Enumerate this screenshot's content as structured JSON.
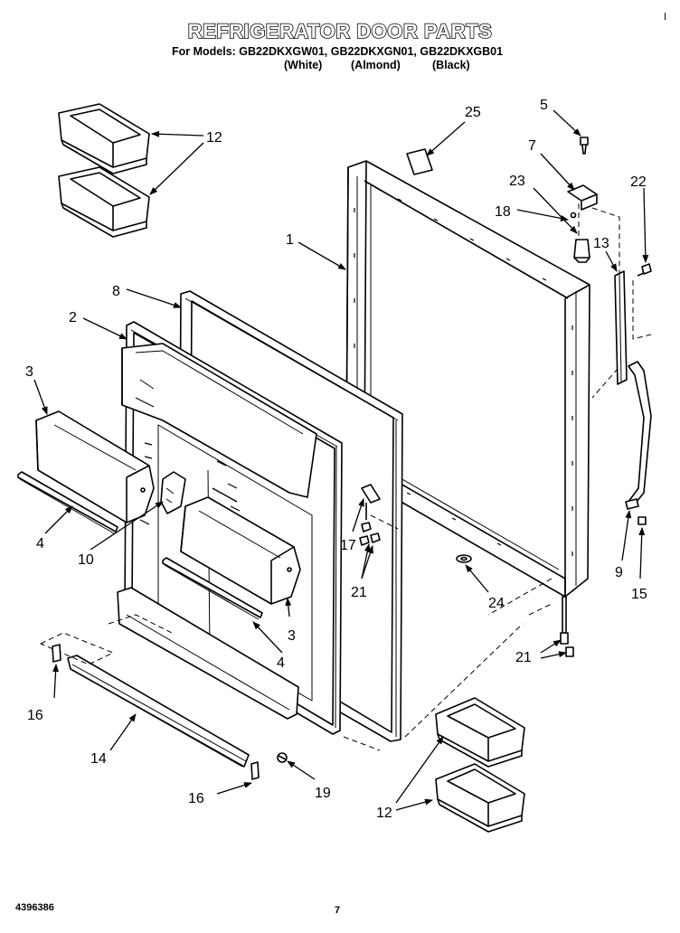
{
  "header": {
    "title": "REFRIGERATOR DOOR PARTS",
    "models_line": "For Models: GB22DKXGW01, GB22DKXGN01, GB22DKXGB01",
    "color_white": "(White)",
    "color_almond": "(Almond)",
    "color_black": "(Black)"
  },
  "footer": {
    "doc_number": "4396386",
    "page_number": "7"
  },
  "callouts": {
    "c1": "1",
    "c2": "2",
    "c3a": "3",
    "c3b": "3",
    "c4a": "4",
    "c4b": "4",
    "c5": "5",
    "c7": "7",
    "c8": "8",
    "c9": "9",
    "c10": "10",
    "c12a": "12",
    "c12b": "12",
    "c13": "13",
    "c14": "14",
    "c15": "15",
    "c16a": "16",
    "c16b": "16",
    "c17": "17",
    "c18": "18",
    "c19": "19",
    "c21a": "21",
    "c21b": "21",
    "c22": "22",
    "c23": "23",
    "c24": "24",
    "c25": "25"
  }
}
